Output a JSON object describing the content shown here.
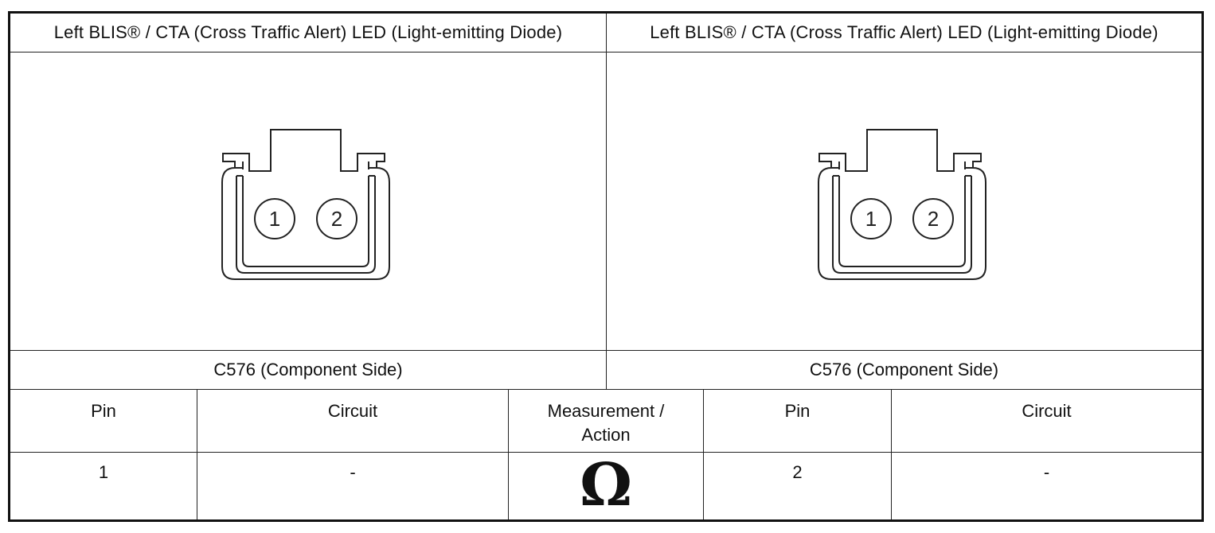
{
  "connectors": [
    {
      "title": "Left BLIS® / CTA (Cross Traffic Alert) LED (Light-emitting Diode)",
      "caption": "C576 (Component Side)",
      "pins": [
        "1",
        "2"
      ]
    },
    {
      "title": "Left BLIS® / CTA (Cross Traffic Alert) LED (Light-emitting Diode)",
      "caption": "C576 (Component Side)",
      "pins": [
        "1",
        "2"
      ]
    }
  ],
  "table": {
    "headers": {
      "pin_left": "Pin",
      "circuit_left": "Circuit",
      "measurement": "Measurement / Action",
      "pin_right": "Pin",
      "circuit_right": "Circuit"
    },
    "row": {
      "pin_left": "1",
      "circuit_left": "-",
      "measurement_symbol": "Ω",
      "pin_right": "2",
      "circuit_right": "-"
    }
  }
}
